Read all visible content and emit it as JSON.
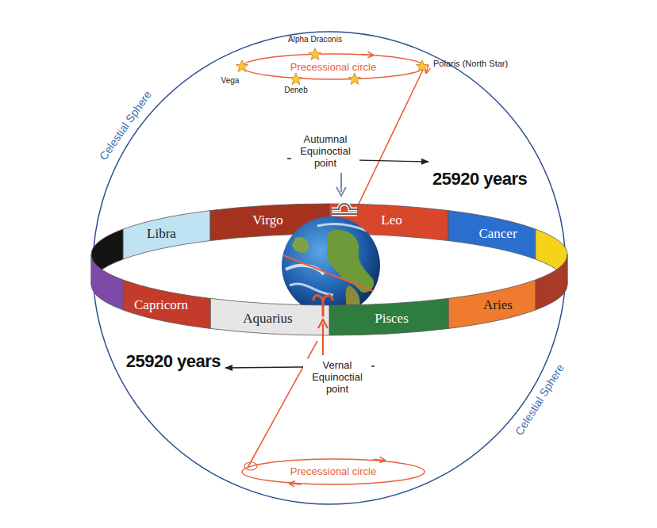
{
  "diagram": {
    "nodes": [
      {
        "text": [
          "Libra"
        ]
      },
      {
        "text": [
          "Virgo"
        ]
      },
      {
        "text": [
          "Leo"
        ]
      },
      {
        "text": [
          "Cancer"
        ]
      },
      {
        "text": [
          "Capricorn"
        ]
      },
      {
        "text": [
          "Aquarius"
        ]
      },
      {
        "text": [
          "Pisces"
        ]
      },
      {
        "text": [
          "Aries"
        ]
      }
    ],
    "labels": [
      "Alpha Draconis",
      "Precessional circle",
      "Vega",
      "Deneb",
      "Polaris (North Star)",
      "Celestial Sphere",
      "Autumnal Equinoctial point",
      "25920 years",
      "25920 years",
      "Vernal Equinoctial point",
      "Celestial Sphere",
      "Precessional circle"
    ]
  }
}
